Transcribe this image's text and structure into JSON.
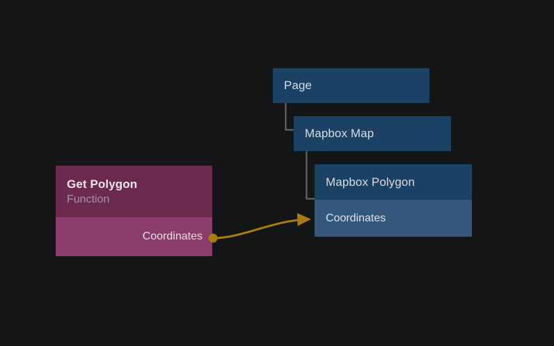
{
  "canvas": {
    "background": "#141516",
    "tree_line_color": "#6b6b6b",
    "edge_color": "#a87d0c"
  },
  "nodes": [
    {
      "id": "page",
      "title": "Page",
      "subtitle": "",
      "kind": "element",
      "color": "#1b4165",
      "ports": []
    },
    {
      "id": "mapbox-map",
      "title": "Mapbox Map",
      "subtitle": "",
      "kind": "element",
      "color": "#1b4165",
      "ports": []
    },
    {
      "id": "mapbox-polygon",
      "title": "Mapbox Polygon",
      "subtitle": "",
      "kind": "element",
      "color": "#1b4165",
      "port_color": "#34587c",
      "ports": [
        {
          "name": "Coordinates",
          "direction": "in"
        }
      ]
    },
    {
      "id": "get-polygon",
      "title": "Get Polygon",
      "subtitle": "Function",
      "kind": "function",
      "color": "#6d2a4f",
      "port_color": "#8a3d6b",
      "ports": [
        {
          "name": "Coordinates",
          "direction": "out"
        }
      ]
    }
  ],
  "connection": {
    "from_node": "get-polygon",
    "from_port": "Coordinates",
    "to_node": "mapbox-polygon",
    "to_port": "Coordinates",
    "color": "#a87d0c"
  },
  "hierarchy": [
    {
      "parent": "page",
      "child": "mapbox-map"
    },
    {
      "parent": "mapbox-map",
      "child": "mapbox-polygon"
    }
  ]
}
